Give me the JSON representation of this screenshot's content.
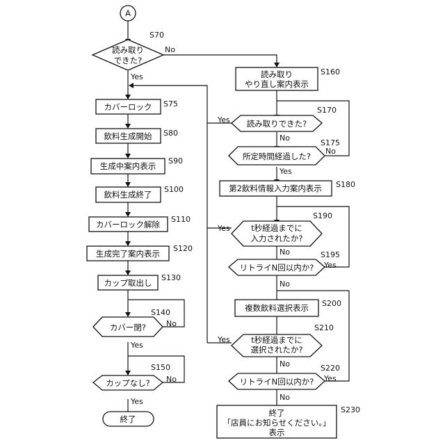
{
  "connector": "A",
  "left": {
    "s70": {
      "id": "S70",
      "line1": "読み取り",
      "line2": "できた?",
      "yes": "Yes",
      "no": "No"
    },
    "s75": {
      "id": "S75",
      "label": "カバーロック"
    },
    "s80": {
      "id": "S80",
      "label": "飲料生成開始"
    },
    "s90": {
      "id": "S90",
      "label": "生成中案内表示"
    },
    "s100": {
      "id": "S100",
      "label": "飲料生成終了"
    },
    "s110": {
      "id": "S110",
      "label": "カバーロック解除"
    },
    "s120": {
      "id": "S120",
      "label": "生成完了案内表示"
    },
    "s130": {
      "id": "S130",
      "label": "カップ取出し"
    },
    "s140": {
      "id": "S140",
      "label": "カバー閉?",
      "yes": "Yes",
      "no": "No"
    },
    "s150": {
      "id": "S150",
      "label": "カップなし?",
      "yes": "Yes",
      "no": "No"
    },
    "end": {
      "label": "終了"
    }
  },
  "right": {
    "s160": {
      "id": "S160",
      "line1": "読み取り",
      "line2": "やり直し案内表示"
    },
    "s170": {
      "id": "S170",
      "label": "読み取りできた?",
      "yes": "Yes",
      "no": "No"
    },
    "s175": {
      "id": "S175",
      "label": "所定時間経過した?",
      "yes": "Yes",
      "no": "No"
    },
    "s180": {
      "id": "S180",
      "label": "第2飲料情報入力案内表示"
    },
    "s190": {
      "id": "S190",
      "line1": "t秒経過までに",
      "line2": "入力されたか?",
      "yes": "Yes",
      "no": "No"
    },
    "s195": {
      "id": "S195",
      "label": "リトライN回以内か?",
      "yes": "Yes",
      "no": "No"
    },
    "s200": {
      "id": "S200",
      "label": "複数飲料選択表示"
    },
    "s210": {
      "id": "S210",
      "line1": "t秒経過までに",
      "line2": "選択されたか?",
      "yes": "Yes",
      "no": "No"
    },
    "s220": {
      "id": "S220",
      "label": "リトライN回以内か?",
      "yes": "Yes",
      "no": "No"
    },
    "s230": {
      "id": "S230",
      "line1": "終了",
      "line2": "「店員にお知らせください。」",
      "line3": "表示"
    }
  }
}
